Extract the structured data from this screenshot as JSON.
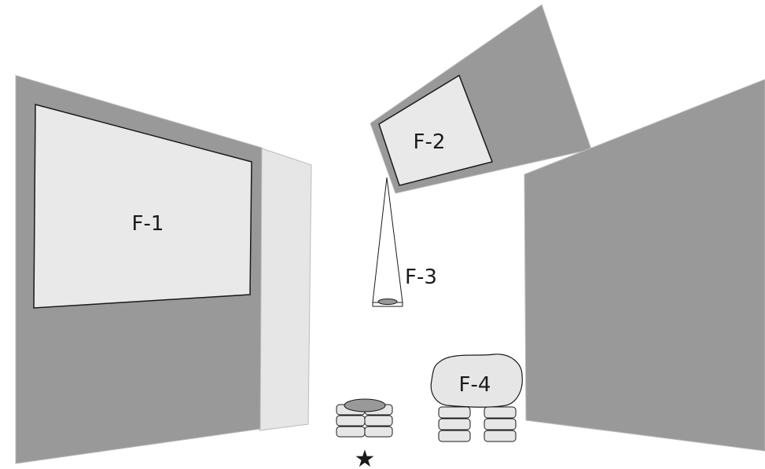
{
  "labels": {
    "f1": "F-1",
    "f2": "F-2",
    "f3": "F-3",
    "f4": "F-4"
  },
  "marker": {
    "symbol": "★"
  },
  "colors": {
    "wall": "#999999",
    "panel": "#e9e9e9",
    "side_panel": "#e6e6e6",
    "outline": "#1a1a1a",
    "background": "#ffffff"
  }
}
